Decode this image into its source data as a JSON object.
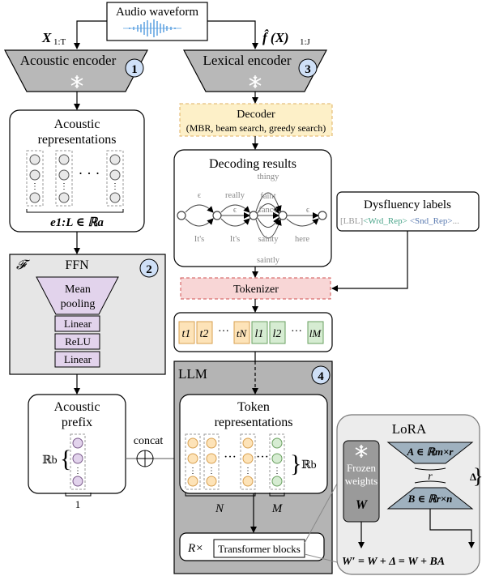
{
  "audio": {
    "title": "Audio waveform"
  },
  "arrows": {
    "x_left": "X",
    "x_left_sub": "1:T",
    "x_right": "f̂ (X)",
    "x_right_sub": "1:J"
  },
  "acoustic_encoder": {
    "label": "Acoustic encoder",
    "num": "1"
  },
  "lexical_encoder": {
    "label": "Lexical encoder",
    "num": "3"
  },
  "acoustic_repr": {
    "title_line1": "Acoustic",
    "title_line2": "representations",
    "formula": "e1:L ∈ ℝa"
  },
  "ffn": {
    "symbol": "𝓕",
    "title": "FFN",
    "num": "2",
    "mean_pooling_line1": "Mean",
    "mean_pooling_line2": "pooling",
    "linear1": "Linear",
    "relu": "ReLU",
    "linear2": "Linear"
  },
  "acoustic_prefix": {
    "title_line1": "Acoustic",
    "title_line2": "prefix",
    "dim": "ℝb",
    "count": "1"
  },
  "decoder": {
    "title": "Decoder",
    "subtitle": "(MBR, beam search, greedy search)"
  },
  "decoding": {
    "title": "Decoding results",
    "words": [
      "ϵ",
      "It's",
      "really",
      "It's",
      "ϵ",
      "thingy",
      "faint",
      "fancy",
      "sainty",
      "saintly",
      "ϵ",
      "here"
    ]
  },
  "dysfluency": {
    "title": "Dysfluency labels",
    "lbl": "[LBL]",
    "wrd": "<Wrd_Rep>",
    "snd": "<Snd_Rep>",
    "ellipsis": "..."
  },
  "tokenizer": {
    "label": "Tokenizer"
  },
  "tokens": {
    "t1": "t1",
    "t2": "t2",
    "tN": "tN",
    "l1": "l1",
    "l2": "l2",
    "lM": "lM"
  },
  "llm": {
    "title": "LLM",
    "num": "4",
    "token_repr_line1": "Token",
    "token_repr_line2": "representations",
    "N": "N",
    "M": "M",
    "dim": "ℝb"
  },
  "concat": {
    "label": "concat"
  },
  "transformer": {
    "repeat": "R×",
    "label": "Transformer blocks"
  },
  "lora": {
    "title": "LoRA",
    "frozen_line1": "Frozen",
    "frozen_line2": "weights",
    "W": "W",
    "A": "A ∈ ℝm×r",
    "r": "r",
    "B": "B ∈ ℝr×n",
    "delta": "Δ",
    "formula": "W′ = W + Δ = W + BA"
  },
  "colors": {
    "purple": "#e2d3ec",
    "orange": "#fde3b8",
    "green": "#d6ecd2",
    "yellow": "#fdf0c8",
    "pink": "#f8d6d6",
    "blue_num": "#cfe0f7",
    "trap_gray": "#b8b8b8",
    "lora_blue": "#9fb1bf"
  },
  "icons": [
    "snowflake-icon",
    "waveform-icon",
    "plus-circle-icon"
  ]
}
